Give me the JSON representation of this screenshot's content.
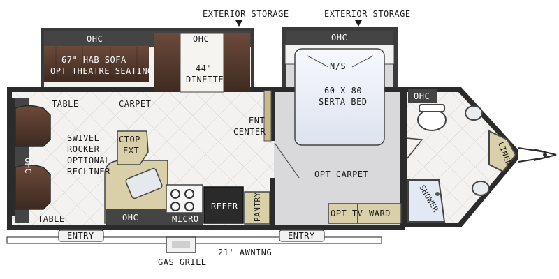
{
  "labels": {
    "exterior_storage_1": "EXTERIOR STORAGE",
    "exterior_storage_2": "EXTERIOR STORAGE",
    "ohc_sofa": "OHC",
    "ohc_dinette": "OHC",
    "ohc_bed": "OHC",
    "ohc_bath": "OHC",
    "ohc_front": "OHC",
    "ohc_kitchen": "OHC",
    "sofa_line1": "67\" HAB SOFA",
    "sofa_line2": "OPT THEATRE SEATING",
    "dinette_line1": "44\"",
    "dinette_line2": "DINETTE",
    "ns": "N/S",
    "bed_line1": "60 X 80",
    "bed_line2": "SERTA BED",
    "table_top": "TABLE",
    "carpet": "CARPET",
    "ent_line1": "ENT",
    "ent_line2": "CENTER",
    "swivel_line1": "SWIVEL",
    "swivel_line2": "ROCKER",
    "swivel_line3": "OPTIONAL",
    "swivel_line4": "RECLINER",
    "ctop_line1": "CTOP",
    "ctop_line2": "EXT",
    "opt_carpet": "OPT CARPET",
    "linen": "LINEN",
    "shower": "SHOWER",
    "table_bottom": "TABLE",
    "micro": "MICRO",
    "refer": "REFER",
    "pantry": "PANTRY",
    "opt_tv": "OPT TV",
    "ward": "WARD",
    "entry_1": "ENTRY",
    "entry_2": "ENTRY",
    "awning": "21' AWNING",
    "gas_grill": "GAS GRILL"
  },
  "colors": {
    "wall": "#2b2b2b",
    "floor_tile": "#f4f2f0",
    "carpet": "#d9d9dc",
    "sofa": "#4a3329",
    "bed": "#e8ecf5",
    "cabinet": "#3d3d3d",
    "tan": "#d9cfa8"
  }
}
